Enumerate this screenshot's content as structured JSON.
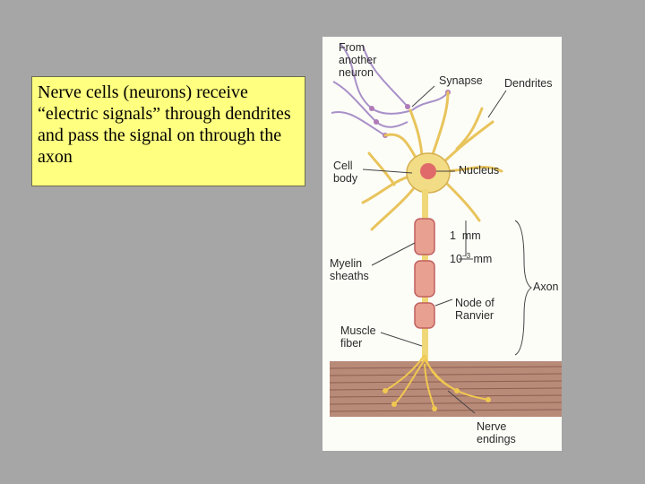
{
  "slide": {
    "text": "Nerve cells (neurons) receive “electric signals” through dendrites and pass the signal on through the axon"
  },
  "figure": {
    "labels": {
      "from_another_neuron": "From\nanother\nneuron",
      "synapse": "Synapse",
      "dendrites": "Dendrites",
      "cell_body": "Cell\nbody",
      "nucleus": "Nucleus",
      "scale_1mm": "1  mm",
      "scale_small": "10",
      "scale_small_exp": "−3",
      "scale_small_unit": " mm",
      "myelin_sheaths": "Myelin\nsheaths",
      "axon": "Axon",
      "node_of_ranvier": "Node of\nRanvier",
      "muscle_fiber": "Muscle\nfiber",
      "nerve_endings": "Nerve\nendings"
    }
  },
  "colors": {
    "background": "#a6a6a6",
    "callout": "#ffff80",
    "neuron": "#f0d878",
    "myelin": "#e07878",
    "incoming_neuron": "#a890c8",
    "muscle": "#b07868"
  }
}
